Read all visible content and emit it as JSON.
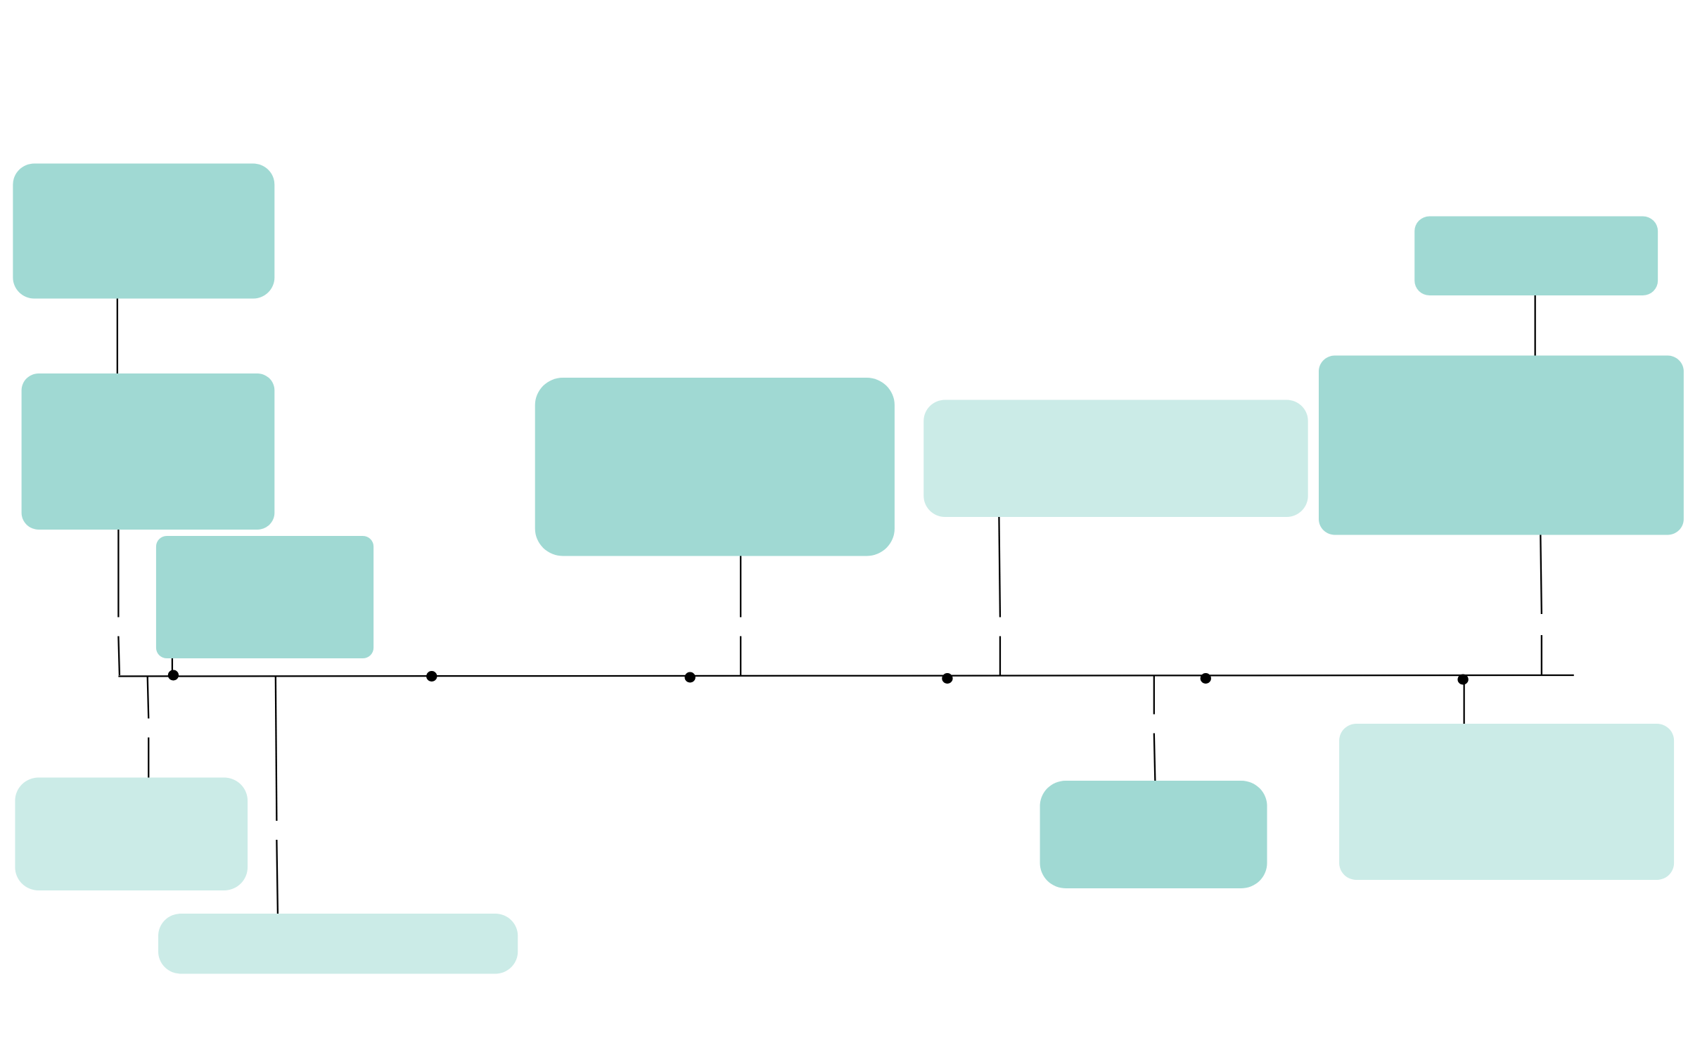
{
  "colors": {
    "background": "#ffffff",
    "box_dark": "#a0d9d3",
    "box_light": "#cbebe7",
    "line": "#000000",
    "dot": "#000000"
  },
  "timeline": {
    "markers": 6,
    "event_cards": 12,
    "cards": [
      {
        "id": "card-1",
        "tone": "dark",
        "side": "above"
      },
      {
        "id": "card-2",
        "tone": "dark",
        "side": "above"
      },
      {
        "id": "card-3",
        "tone": "dark",
        "side": "above"
      },
      {
        "id": "card-4",
        "tone": "dark",
        "side": "above"
      },
      {
        "id": "card-5",
        "tone": "light",
        "side": "above"
      },
      {
        "id": "card-6",
        "tone": "dark",
        "side": "above"
      },
      {
        "id": "card-7",
        "tone": "dark",
        "side": "above"
      },
      {
        "id": "card-8",
        "tone": "light",
        "side": "below"
      },
      {
        "id": "card-9",
        "tone": "light",
        "side": "below"
      },
      {
        "id": "card-10",
        "tone": "dark",
        "side": "below"
      },
      {
        "id": "card-11",
        "tone": "light",
        "side": "below"
      },
      {
        "id": "card-12",
        "tone": "dark",
        "side": "above"
      }
    ]
  }
}
